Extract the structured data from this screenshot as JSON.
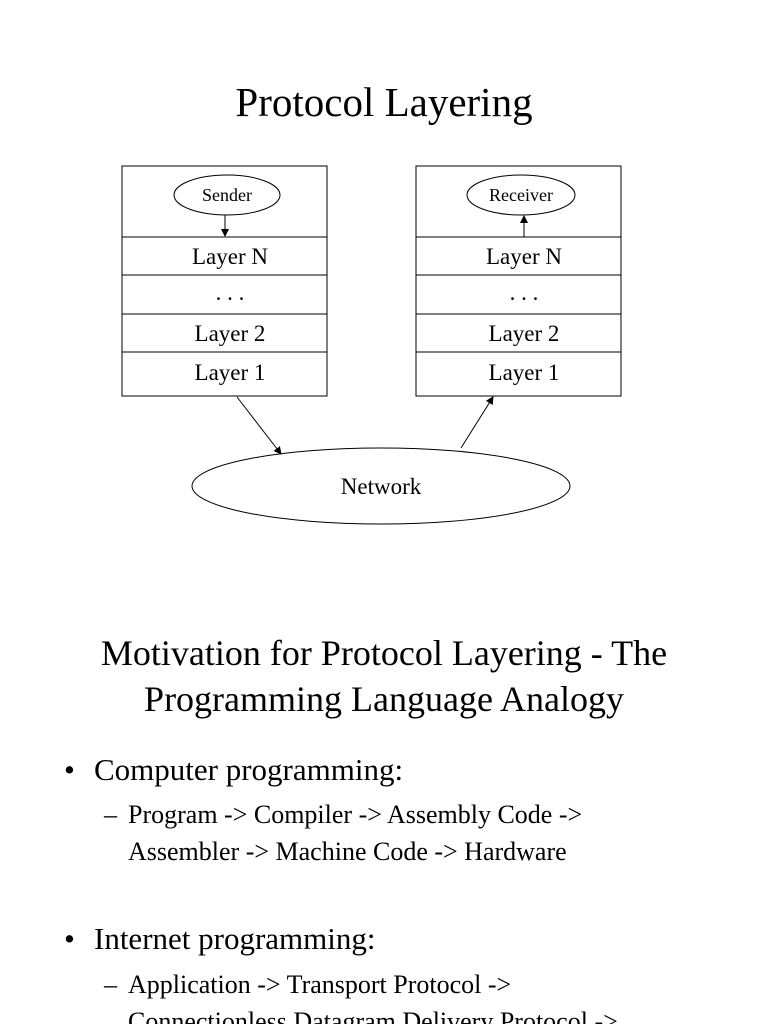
{
  "slide1": {
    "title": "Protocol Layering",
    "sender_stack": {
      "endpoint": "Sender",
      "layers": [
        "Layer N",
        ". . .",
        "Layer 2",
        "Layer 1"
      ]
    },
    "receiver_stack": {
      "endpoint": "Receiver",
      "layers": [
        "Layer N",
        ". . .",
        "Layer 2",
        "Layer 1"
      ]
    },
    "network": "Network"
  },
  "slide2": {
    "title_line1": "Motivation for Protocol Layering - The",
    "title_line2": "Programming Language Analogy",
    "bullets": [
      {
        "bullet": "•",
        "text": "Computer programming:",
        "sub_dash": "–",
        "sub_lines": [
          "Program -> Compiler -> Assembly Code ->",
          "Assembler -> Machine Code -> Hardware"
        ]
      },
      {
        "bullet": "•",
        "text": "Internet programming:",
        "sub_dash": "–",
        "sub_lines": [
          "Application -> Transport Protocol ->",
          "Connectionless Datagram Delivery Protocol ->"
        ]
      }
    ]
  }
}
